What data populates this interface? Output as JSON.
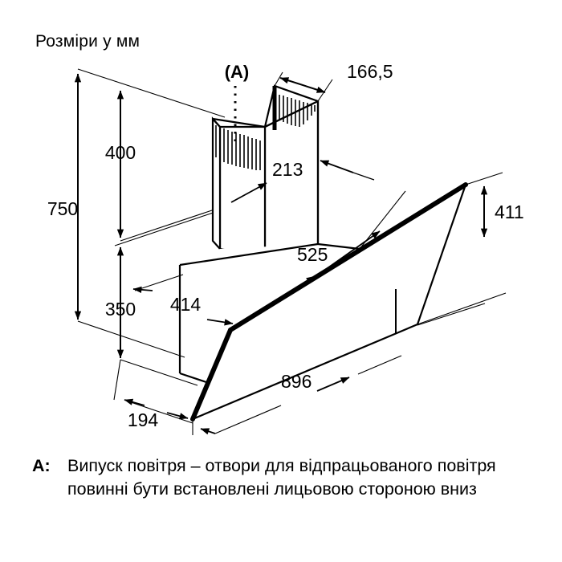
{
  "header": {
    "title": "Розміри у мм"
  },
  "diagram": {
    "name": "range-hood-isometric-dimension-drawing",
    "callout_label": "(A)",
    "dimensions": {
      "total_height": "750",
      "chimney_height": "400",
      "body_height": "350",
      "chimney_depth": "166,5",
      "chimney_width": "213",
      "body_depth": "525",
      "body_back_depth": "414",
      "glass_height": "411",
      "glass_width": "896",
      "base_depth": "194"
    },
    "units": "мм",
    "stroke_color": "#000000",
    "background_color": "#ffffff"
  },
  "footnote": {
    "key": "A:",
    "text": "Випуск повітря – отвори для відпрацьованого повітря повинні бути встановлені лицьовою стороною вниз"
  }
}
